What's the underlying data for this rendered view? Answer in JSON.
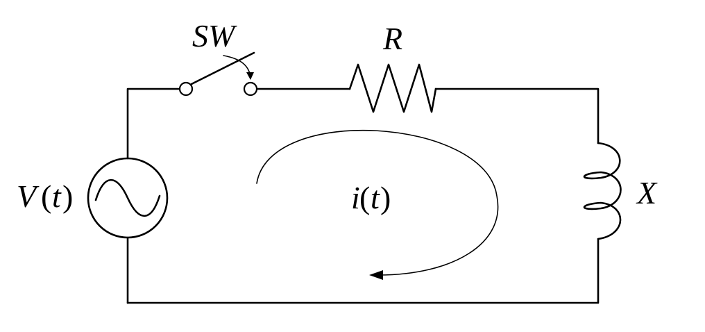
{
  "labels": {
    "switch": "SW",
    "resistor": "R",
    "source_symbol": "V",
    "source_argument": "t",
    "current_symbol": "i",
    "current_argument": "t",
    "inductor": "X",
    "open_paren": "(",
    "close_paren": ")"
  },
  "components": [
    {
      "name": "voltage-source",
      "icon": "ac-source-icon"
    },
    {
      "name": "switch",
      "icon": "open-switch-icon"
    },
    {
      "name": "resistor",
      "icon": "zigzag-resistor-icon"
    },
    {
      "name": "inductor",
      "icon": "coil-inductor-icon"
    }
  ],
  "current_loop_direction": "clockwise",
  "colors": {
    "ink": "#000000",
    "background": "#ffffff"
  }
}
